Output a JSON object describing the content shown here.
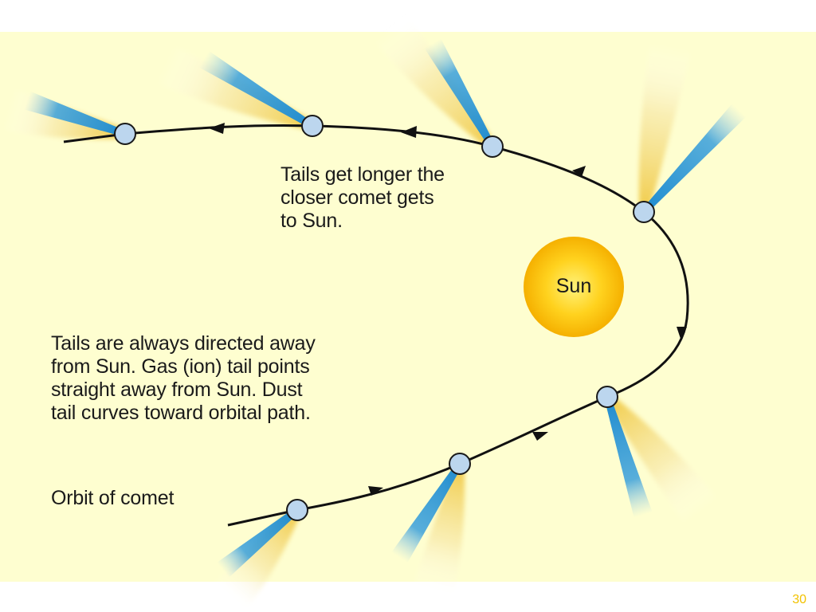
{
  "labels": {
    "tails_longer": [
      "Tails get longer the",
      "closer comet gets",
      "to Sun."
    ],
    "tails_directed": [
      "Tails are always directed away",
      "from Sun. Gas (ion) tail points",
      "straight away from Sun. Dust",
      "tail curves toward orbital path."
    ],
    "orbit": "Orbit of comet",
    "sun": "Sun"
  },
  "page_number": "30",
  "colors": {
    "background": "#fefed0",
    "ion_tail": "#1e8bd0",
    "dust_tail": "#f2d060",
    "comet": "#bcd6ee",
    "sun_outer": "#f5b800",
    "sun_inner": "#ffe04a",
    "orbit": "#111111",
    "page_number": "#f2c200"
  }
}
